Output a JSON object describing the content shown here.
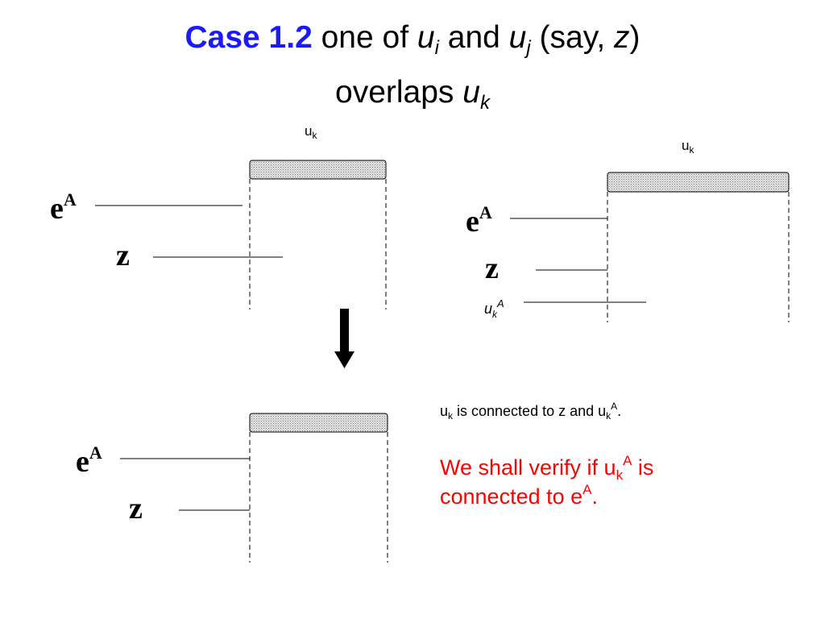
{
  "title": {
    "case_label": "Case 1.2",
    "text1": " one of ",
    "var_u1": "u",
    "sub_i": "i",
    "text2": " and ",
    "var_u2": "u",
    "sub_j": "j",
    "text3": " (say, ",
    "var_z": "z",
    "text4": ")",
    "line2_text": "overlaps ",
    "var_u3": "u",
    "sub_k": "k"
  },
  "diagram_top_left": {
    "uk_label": "u",
    "uk_sub": "k",
    "eA_label": "e",
    "eA_sup": "A",
    "z_label": "z"
  },
  "diagram_top_right": {
    "uk_label": "u",
    "uk_sub": "k",
    "eA_label": "e",
    "eA_sup": "A",
    "z_label": "z",
    "ukA_label": "u",
    "ukA_sub": "k",
    "ukA_sup": "A"
  },
  "diagram_bottom": {
    "eA_label": "e",
    "eA_sup": "A",
    "z_label": "z"
  },
  "note": {
    "black_part1": "u",
    "black_sub1": "k",
    "black_part2": " is connected to z and u",
    "black_sub2": "k",
    "black_sup2": "A",
    "black_part3": ".",
    "red_part1": "We shall verify if u",
    "red_sub1": "k",
    "red_sup1": "A",
    "red_part2": " is connected to e",
    "red_sup2": "A",
    "red_part3": "."
  },
  "colors": {
    "title_accent": "#1a1aff",
    "note_red": "#ff0000",
    "bar_fill": "#d8d8d8"
  }
}
